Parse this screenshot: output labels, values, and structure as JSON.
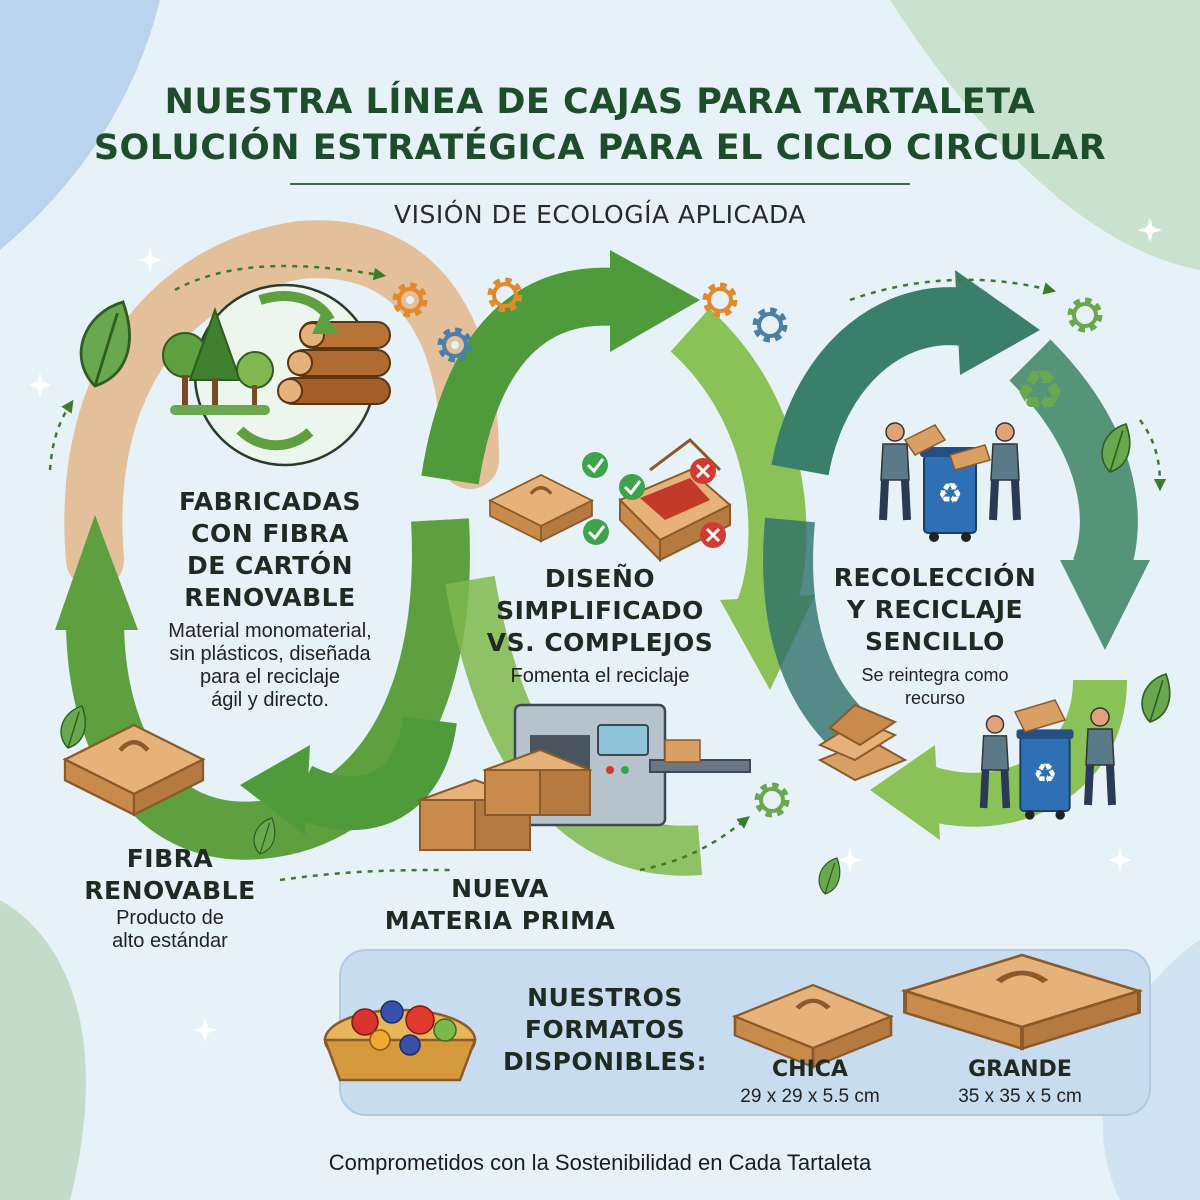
{
  "header": {
    "title_line1": "NUESTRA LÍNEA DE CAJAS PARA TARTALETA",
    "title_line2": "SOLUCIÓN ESTRATÉGICA PARA EL CICLO CIRCULAR",
    "subtitle": "VISIÓN DE ECOLOGÍA APLICADA"
  },
  "sections": {
    "fabricadas": {
      "title": [
        "FABRICADAS",
        "CON FIBRA",
        "DE CARTÓN",
        "RENOVABLE"
      ],
      "desc": [
        "Material monomaterial,",
        "sin plásticos, diseñada",
        "para el reciclaje",
        "ágil y directo."
      ]
    },
    "diseno": {
      "title": [
        "DISEÑO",
        "SIMPLIFICADO",
        "VS. COMPLEJOS"
      ],
      "desc": [
        "Fomenta el reciclaje"
      ]
    },
    "recoleccion": {
      "title": [
        "RECOLECCIÓN",
        "Y RECICLAJE",
        "SENCILLO"
      ],
      "desc": [
        "Se reintegra como",
        "recurso"
      ]
    },
    "fibra": {
      "title": [
        "FIBRA",
        "RENOVABLE"
      ],
      "desc": [
        "Producto de",
        "alto estándar"
      ]
    },
    "materia": {
      "title": [
        "NUEVA",
        "MATERIA PRIMA"
      ]
    }
  },
  "formats": {
    "title": [
      "NUESTROS",
      "FORMATOS",
      "DISPONIBLES:"
    ],
    "items": [
      {
        "name": "CHICA",
        "dims": "29 x 29 x 5.5 cm"
      },
      {
        "name": "GRANDE",
        "dims": "35 x 35 x 5 cm"
      }
    ]
  },
  "footer": "Comprometidos con la Sostenibilidad en Cada Tartaleta",
  "colors": {
    "bg": "#e6f2f8",
    "dark_green": "#1e4d2b",
    "arrow_green": "#5a9e3c",
    "light_green": "#8cc151",
    "teal": "#2f6f6a",
    "cardboard": "#d9a066",
    "tan_arrow": "#e0b48a"
  },
  "icons": [
    "leaf-icon",
    "forest-icon",
    "logs-icon",
    "gear-icon",
    "recycle-icon",
    "check-icon",
    "x-icon",
    "recycle-bin-icon",
    "person-icon",
    "tart-icon",
    "box-icon",
    "machine-icon",
    "sparkle-icon"
  ]
}
